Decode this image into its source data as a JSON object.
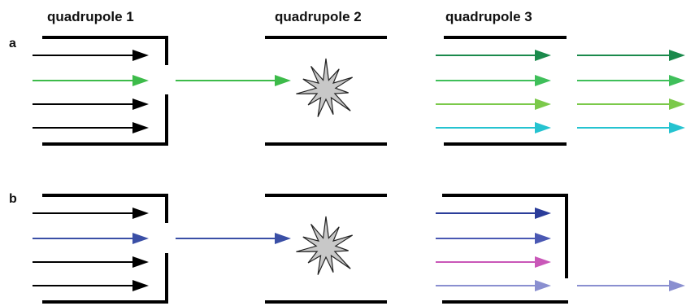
{
  "headings": {
    "q1": "quadrupole 1",
    "q2": "quadrupole 2",
    "q3": "quadrupole 3"
  },
  "panels": {
    "a": {
      "label": "a",
      "q1_ions": [
        "#000000",
        "#3dbb4a",
        "#000000",
        "#000000"
      ],
      "selected_ion": "#3dbb4a",
      "q3_ions": [
        "#1b8a4c",
        "#3fbf5a",
        "#7bc94a",
        "#25c3d0"
      ],
      "q3_passes_all": true
    },
    "b": {
      "label": "b",
      "q1_ions": [
        "#000000",
        "#3a4fa6",
        "#000000",
        "#000000"
      ],
      "selected_ion": "#3a4fa6",
      "q3_ions": [
        "#2b3d9a",
        "#4a58b3",
        "#c957b8",
        "#8a8fd0"
      ],
      "q3_passes_all": false,
      "q3_transmitted_ion": "#8a8fd0"
    }
  },
  "colors": {
    "electrode": "#000000",
    "collision_burst_fill": "#c8c8c8",
    "collision_burst_stroke": "#222222"
  },
  "icons": {
    "collision": "starburst-icon",
    "ion": "arrow-icon"
  }
}
